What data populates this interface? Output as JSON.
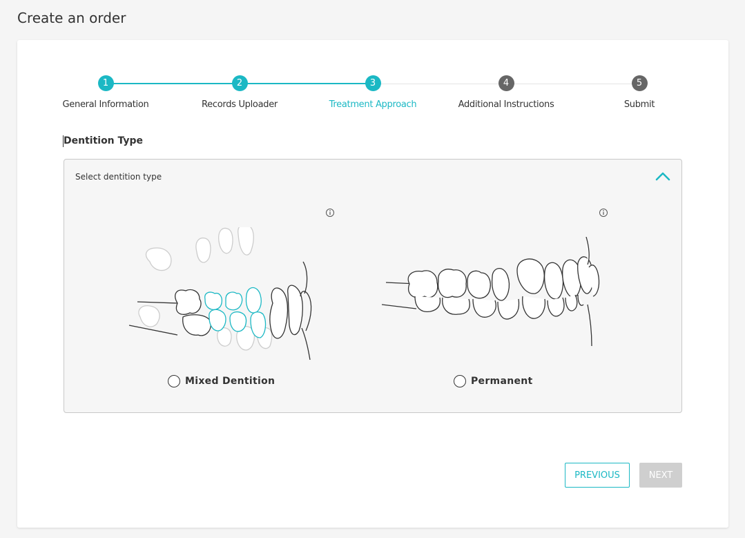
{
  "page": {
    "title": "Create an order"
  },
  "stepper": {
    "steps": [
      {
        "number": "1",
        "label": "General Information"
      },
      {
        "number": "2",
        "label": "Records Uploader"
      },
      {
        "number": "3",
        "label": "Treatment Approach"
      },
      {
        "number": "4",
        "label": "Additional Instructions"
      },
      {
        "number": "5",
        "label": "Submit"
      }
    ],
    "current_step": 3
  },
  "dentition": {
    "section_label": "Dentition Type",
    "panel_title": "Select dentition type",
    "options": [
      {
        "label": "Mixed Dentition",
        "icon": "mixed-dentition-illustration"
      },
      {
        "label": "Permanent",
        "icon": "permanent-dentition-illustration"
      }
    ]
  },
  "buttons": {
    "previous": "PREVIOUS",
    "next": "NEXT"
  },
  "colors": {
    "accent": "#1bb8c4",
    "inactive_step": "#666666",
    "disabled_button": "#cfcfcf"
  }
}
